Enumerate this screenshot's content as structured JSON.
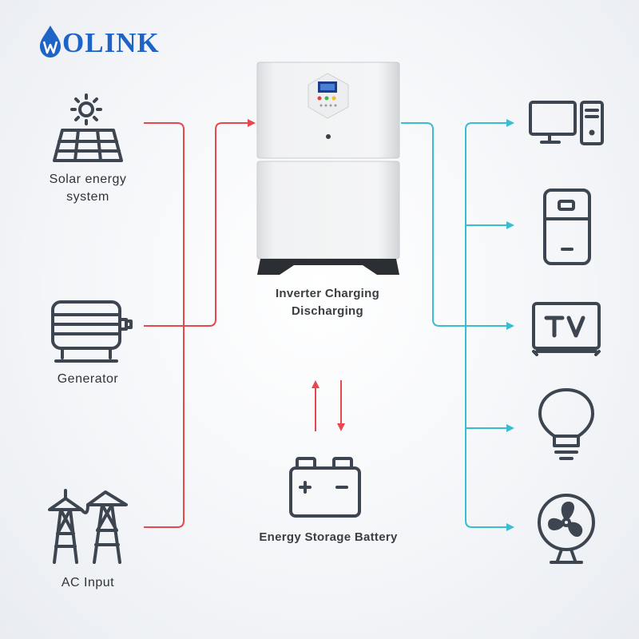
{
  "brand": {
    "name": "OLINK",
    "color": "#1e63c8"
  },
  "inputs": [
    {
      "label_line1": "Solar energy",
      "label_line2": "system",
      "icon": "solar-panel-icon"
    },
    {
      "label": "Generator",
      "icon": "generator-icon"
    },
    {
      "label": "AC Input",
      "icon": "power-tower-icon"
    }
  ],
  "inverter": {
    "label_line1": "Inverter Charging",
    "label_line2": "Discharging"
  },
  "battery": {
    "label": "Energy Storage Battery",
    "icon": "battery-icon"
  },
  "outputs": [
    {
      "icon": "computer-icon"
    },
    {
      "icon": "refrigerator-icon"
    },
    {
      "icon": "tv-icon",
      "text": "TV"
    },
    {
      "icon": "light-bulb-icon"
    },
    {
      "icon": "fan-icon"
    }
  ],
  "colors": {
    "input_line": "#e8474d",
    "output_line": "#3bbcd0",
    "icon_stroke": "#3d4650"
  }
}
